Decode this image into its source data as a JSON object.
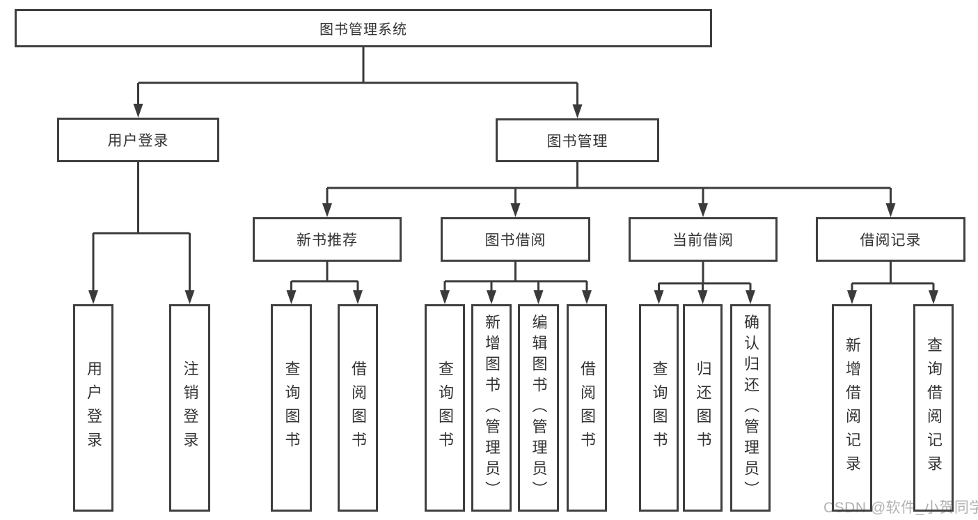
{
  "diagram_title": "图书管理系统",
  "nodes": {
    "root": "图书管理系统",
    "level2": [
      "用户登录",
      "图书管理"
    ],
    "user_login_children": [
      "用户登录",
      "注销登录"
    ],
    "book_mgmt_children": [
      "新书推荐",
      "图书借阅",
      "当前借阅",
      "借阅记录"
    ],
    "new_book_children": [
      "查询图书",
      "借阅图书"
    ],
    "book_borrow_children": [
      "查询图书",
      "新增图书（管理员）",
      "编辑图书（管理员）",
      "借阅图书"
    ],
    "current_borrow_children": [
      "查询图书",
      "归还图书",
      "确认归还（管理员）"
    ],
    "borrow_record_children": [
      "新增借阅记录",
      "查询借阅记录"
    ]
  },
  "watermark": "CSDN @软件_小贺同学",
  "colors": {
    "line": "#3a3a3a",
    "border": "#3f3f3f",
    "text": "#333333",
    "watermark": "#b2b2b2",
    "background": "#ffffff"
  }
}
